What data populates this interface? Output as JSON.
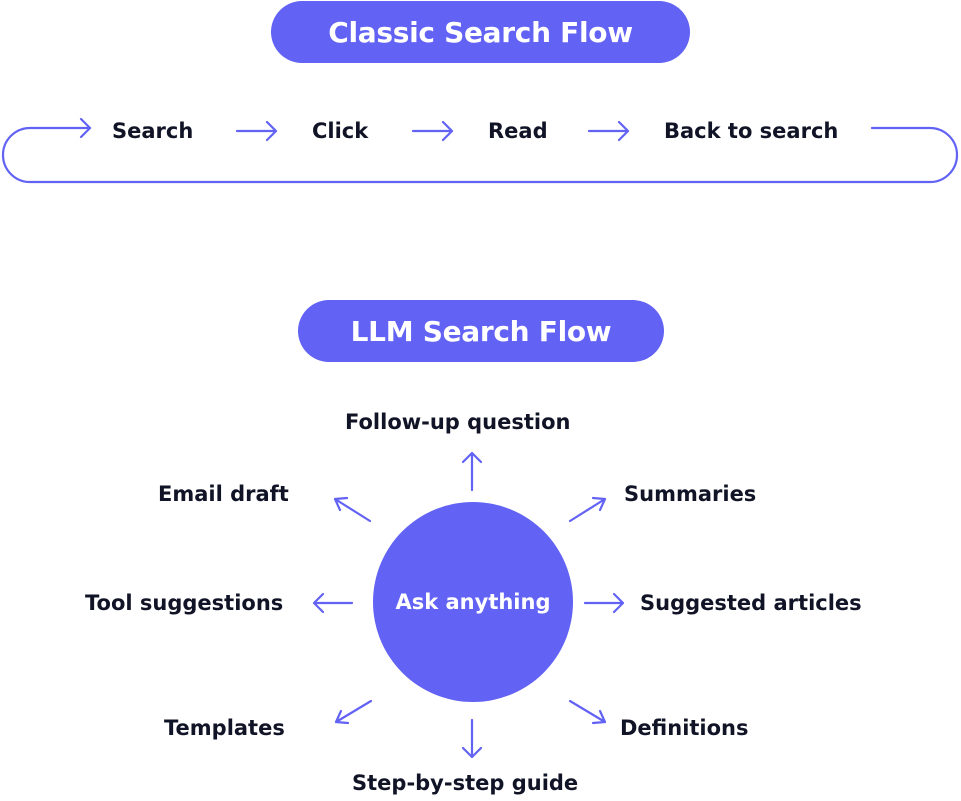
{
  "classic": {
    "title": "Classic Search Flow",
    "steps": [
      "Search",
      "Click",
      "Read",
      "Back to search"
    ]
  },
  "llm": {
    "title": "LLM Search Flow",
    "center": "Ask anything",
    "outputs": {
      "top": "Follow-up question",
      "top_right": "Summaries",
      "right": "Suggested articles",
      "bottom_right": "Definitions",
      "bottom": "Step-by-step guide",
      "bottom_left": "Templates",
      "left": "Tool suggestions",
      "top_left": "Email draft"
    }
  },
  "colors": {
    "accent": "#6262f5",
    "text": "#111426",
    "background": "#ffffff"
  }
}
